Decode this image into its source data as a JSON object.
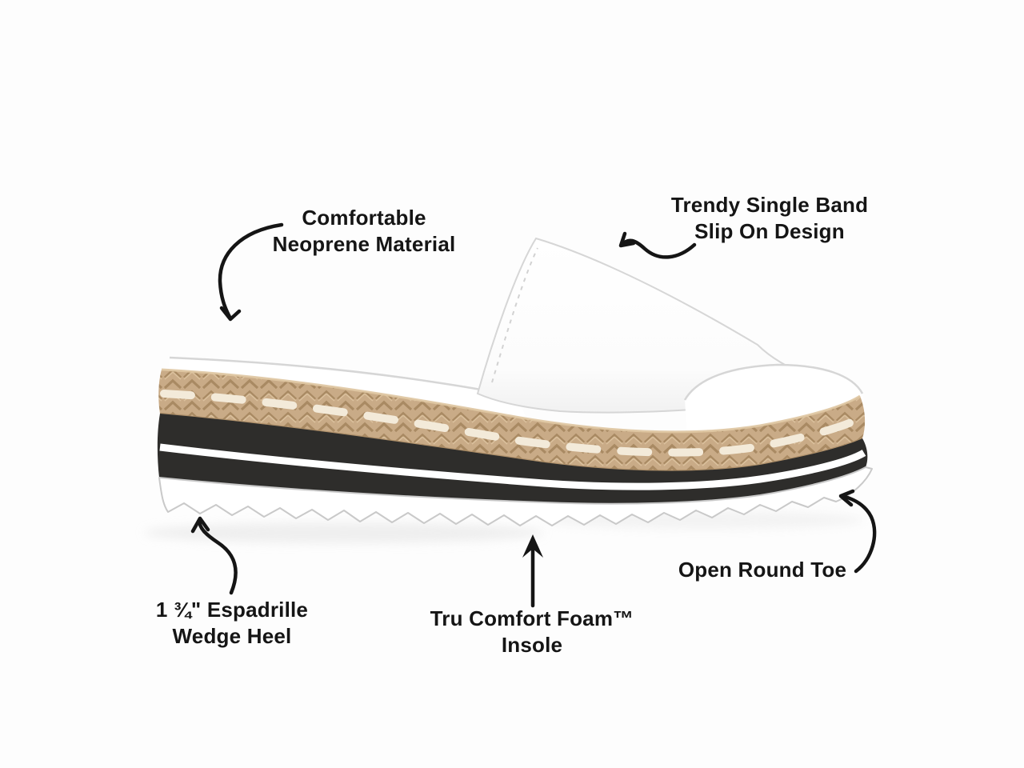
{
  "colors": {
    "background": "#fdfdfd",
    "ink": "#151515",
    "jute": "#c9ab87",
    "jute-dark": "#a98a63",
    "jute-light": "#dfc6a2",
    "stitch": "#f3ead9",
    "sole-black": "#2e2d2b",
    "sole-white": "#ffffff",
    "edge-gray": "#d6d6d6",
    "shadow-gray": "#e3e3e3"
  },
  "callouts": {
    "neoprene": {
      "line1": "Comfortable",
      "line2": "Neoprene Material"
    },
    "band": {
      "line1": "Trendy Single Band",
      "line2": "Slip On Design"
    },
    "heel": {
      "line1": "1 ¾\" Espadrille",
      "line2": "Wedge Heel"
    },
    "insole": {
      "line1": "Tru Comfort Foam™",
      "line2": "Insole"
    },
    "toe": {
      "line1": "Open Round Toe"
    }
  }
}
